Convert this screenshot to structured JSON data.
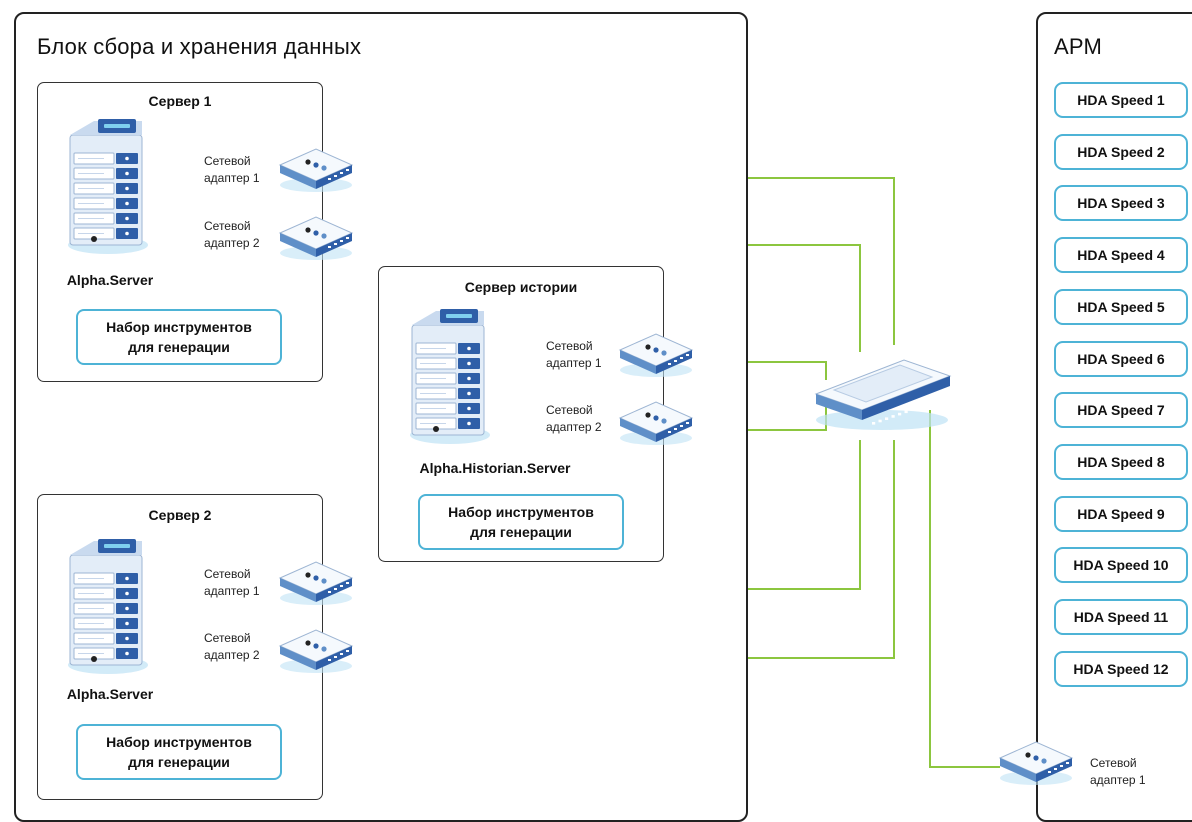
{
  "data_block": {
    "title": "Блок сбора и хранения данных",
    "server1": {
      "title": "Сервер 1",
      "server_label": "Alpha.Server",
      "toolkit": "Набор инструментов\nдля генерации",
      "adapter1": "Сетевой\nадаптер 1",
      "adapter2": "Сетевой\nадаптер 2"
    },
    "server2": {
      "title": "Сервер 2",
      "server_label": "Alpha.Server",
      "toolkit": "Набор инструментов\nдля генерации",
      "adapter1": "Сетевой\nадаптер 1",
      "adapter2": "Сетевой\nадаптер 2"
    },
    "history_server": {
      "title": "Сервер истории",
      "server_label": "Alpha.Historian.Server",
      "toolkit": "Набор инструментов\nдля генерации",
      "adapter1": "Сетевой\nадаптер 1",
      "adapter2": "Сетевой\nадаптер 2"
    }
  },
  "arm": {
    "title": "АРМ",
    "clients": [
      "HDA Speed 1",
      "HDA Speed 2",
      "HDA Speed 3",
      "HDA Speed 4",
      "HDA Speed 5",
      "HDA Speed 6",
      "HDA Speed 7",
      "HDA Speed 8",
      "HDA Speed 9",
      "HDA Speed 10",
      "HDA Speed 11",
      "HDA Speed 12"
    ],
    "adapter": "Сетевой\nадаптер 1"
  },
  "colors": {
    "link": "#8cc63f",
    "accent": "#4db3d6",
    "device_blue": "#2f5fa8",
    "device_light": "#e3edf8",
    "glow": "#bfe3f5"
  }
}
